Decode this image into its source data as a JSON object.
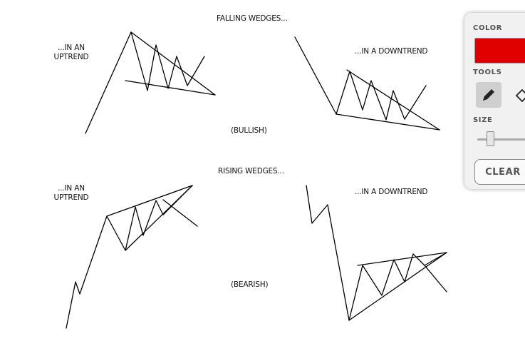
{
  "diagram": {
    "labels": {
      "falling_title": "FALLING WEDGES...",
      "falling_left": "...IN AN\nUPTREND",
      "falling_right": "...IN A DOWNTREND",
      "falling_verdict": "(BULLISH)",
      "rising_title": "RISING WEDGES...",
      "rising_left": "...IN AN\nUPTREND",
      "rising_right": "...IN A DOWNTREND",
      "rising_verdict": "(BEARISH)"
    }
  },
  "panel": {
    "color_label": "COLOR",
    "selected_color": "#e00000",
    "tools_label": "TOOLS",
    "tools": [
      "pencil-icon",
      "eraser-icon"
    ],
    "size_label": "SIZE",
    "size_level": 0.15,
    "clear_label": "CLEAR"
  }
}
